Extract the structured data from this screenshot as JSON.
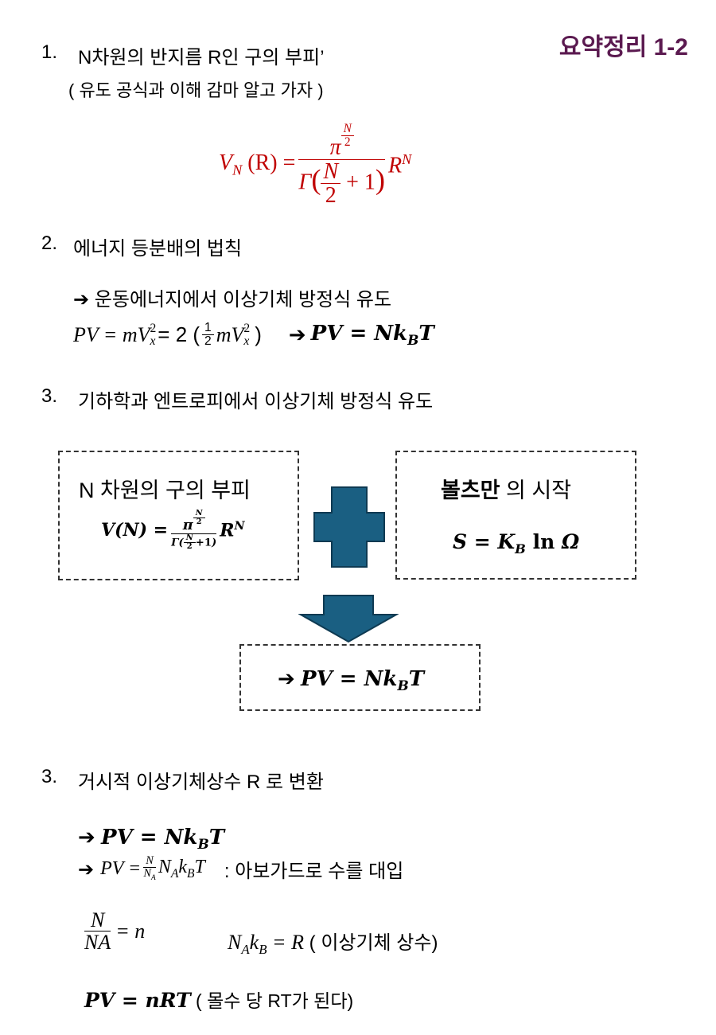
{
  "title": "요약정리 1-2",
  "section1": {
    "number": "1.",
    "heading": "N차원의 반지름 R인 구의 부피’",
    "subheading": "( 유도 공식과  이해 감마 알고 가자 )",
    "formula": {
      "lhs": "V",
      "lhs_sub": "N",
      "lhs_arg": "(R) =",
      "num": "π",
      "num_exp_num": "N",
      "num_exp_den": "2",
      "den_gamma": "Γ",
      "den_frac_num": "N",
      "den_frac_den": "2",
      "den_tail": "+ 1",
      "rhs": "R",
      "rhs_exp": "N",
      "color": "#c00000"
    }
  },
  "section2": {
    "number": "2.",
    "heading": "에너지 등분배의 법칙",
    "arrow": "➔",
    "line1": "운동에너지에서 이상기체 방정식 유도",
    "eq_part1": "PV = mV",
    "eq_part2": "= 2 (",
    "eq_half_num": "1",
    "eq_half_den": "2",
    "eq_part3": "mV",
    "eq_close": ")",
    "sub_x": "x",
    "sup_2": "2",
    "result": "PV = Nk",
    "result_sub": "B",
    "result_tail": "T"
  },
  "section3": {
    "number": "3.",
    "heading": "기하학과 엔트로피에서 이상기체 방정식 유도",
    "box1": {
      "label": "N 차원의 구의 부피",
      "lhs": "V(N) =",
      "num": "π",
      "exp_num": "N",
      "exp_den": "2",
      "gamma": "Γ",
      "g_num": "N",
      "g_den": "2",
      "g_tail": "+1",
      "rhs": "R",
      "rhs_exp": "N"
    },
    "box2": {
      "label_bold": "볼츠만",
      "label_rest": " 의 시작",
      "formula_lhs": "S = K",
      "formula_sub": "B",
      "formula_ln": " ln ",
      "formula_omega": "Ω"
    },
    "box3": {
      "arrow": "➔",
      "formula": "PV = Nk",
      "formula_sub": "B",
      "formula_tail": "T"
    },
    "shape_color": "#1a5f82"
  },
  "section4": {
    "number": "3.",
    "heading": "거시적 이상기체상수 R 로 변환",
    "arrow": "➔",
    "eq1": "PV = Nk",
    "eq1_sub": "B",
    "eq1_tail": "T",
    "eq2_lhs": "PV =",
    "eq2_num": "N",
    "eq2_den": "N",
    "eq2_den_sub": "A",
    "eq2_rest": "N",
    "eq2_rest_sub": "A",
    "eq2_k": "k",
    "eq2_k_sub": "B",
    "eq2_T": "T",
    "eq2_note": ":   아보가드로 수를 대입",
    "frac_num": "N",
    "frac_den": "NA",
    "frac_eq": "= n",
    "nak_N": "N",
    "nak_A": "A",
    "nak_k": "k",
    "nak_B": "B",
    "nak_eq": " = R",
    "nak_note": " ( 이상기체 상수)",
    "final": "PV = nRT",
    "final_note": "  ( 몰수 당 RT가 된다)"
  }
}
